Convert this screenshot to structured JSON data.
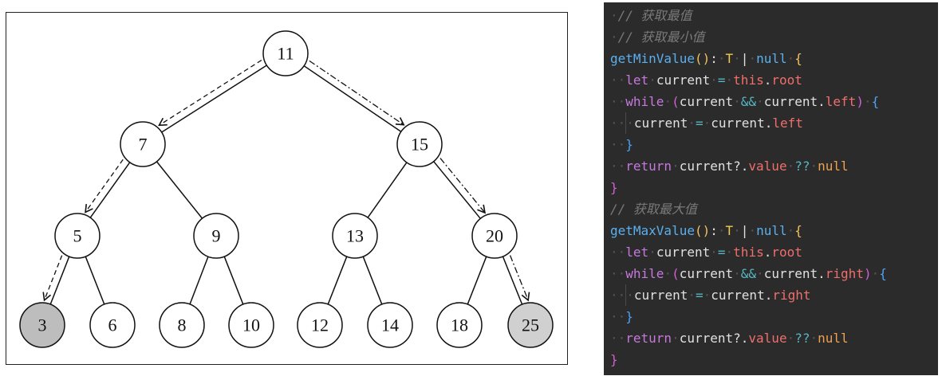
{
  "tree": {
    "nodes": [
      {
        "id": "n11",
        "label": "11",
        "level": 0,
        "highlight": false
      },
      {
        "id": "n7",
        "label": "7",
        "level": 1,
        "highlight": false
      },
      {
        "id": "n15",
        "label": "15",
        "level": 1,
        "highlight": false
      },
      {
        "id": "n5",
        "label": "5",
        "level": 2,
        "highlight": false
      },
      {
        "id": "n9",
        "label": "9",
        "level": 2,
        "highlight": false
      },
      {
        "id": "n13",
        "label": "13",
        "level": 2,
        "highlight": false
      },
      {
        "id": "n20",
        "label": "20",
        "level": 2,
        "highlight": false
      },
      {
        "id": "n3",
        "label": "3",
        "level": 3,
        "highlight": true,
        "color": "#bdbdbd"
      },
      {
        "id": "n6",
        "label": "6",
        "level": 3,
        "highlight": false
      },
      {
        "id": "n8",
        "label": "8",
        "level": 3,
        "highlight": false
      },
      {
        "id": "n10",
        "label": "10",
        "level": 3,
        "highlight": false
      },
      {
        "id": "n12",
        "label": "12",
        "level": 3,
        "highlight": false
      },
      {
        "id": "n14",
        "label": "14",
        "level": 3,
        "highlight": false
      },
      {
        "id": "n18",
        "label": "18",
        "level": 3,
        "highlight": false
      },
      {
        "id": "n25",
        "label": "25",
        "level": 3,
        "highlight": true,
        "color": "#d0d0d0"
      }
    ],
    "edges": [
      [
        "n11",
        "n7"
      ],
      [
        "n11",
        "n15"
      ],
      [
        "n7",
        "n5"
      ],
      [
        "n7",
        "n9"
      ],
      [
        "n15",
        "n13"
      ],
      [
        "n15",
        "n20"
      ],
      [
        "n5",
        "n3"
      ],
      [
        "n5",
        "n6"
      ],
      [
        "n9",
        "n8"
      ],
      [
        "n9",
        "n10"
      ],
      [
        "n13",
        "n12"
      ],
      [
        "n13",
        "n14"
      ],
      [
        "n20",
        "n18"
      ],
      [
        "n20",
        "n25"
      ]
    ],
    "min_path": [
      "n11",
      "n7",
      "n5",
      "n3"
    ],
    "max_path": [
      "n11",
      "n15",
      "n20",
      "n25"
    ]
  },
  "code": {
    "comment_get_extreme": "// 获取最值",
    "comment_get_min": "// 获取最小值",
    "min_fn_name": "getMinValue",
    "comment_get_max": "// 获取最大值",
    "max_fn_name": "getMaxValue",
    "type_param": "T",
    "null_kw": "null",
    "let_kw": "let",
    "current_var": "current",
    "this_kw": "this",
    "root_prop": "root",
    "while_kw": "while",
    "left_prop": "left",
    "right_prop": "right",
    "return_kw": "return",
    "value_prop": "value"
  }
}
